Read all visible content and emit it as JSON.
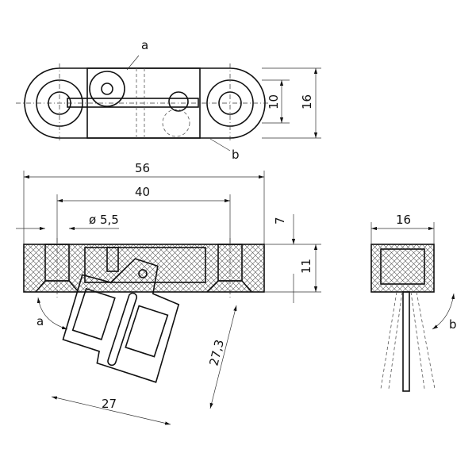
{
  "top_view": {
    "label_a": "a",
    "label_b": "b",
    "dim_inner": "10",
    "dim_outer": "16"
  },
  "front_view": {
    "dim_length": "56",
    "dim_hole_spacing": "40",
    "dim_hole_diameter": "ø 5,5",
    "dim_top": "7",
    "dim_height": "11",
    "label_a": "a",
    "dim_lever_width": "27",
    "dim_lever_length": "27,3"
  },
  "side_view": {
    "dim_width": "16",
    "label_b": "b"
  }
}
